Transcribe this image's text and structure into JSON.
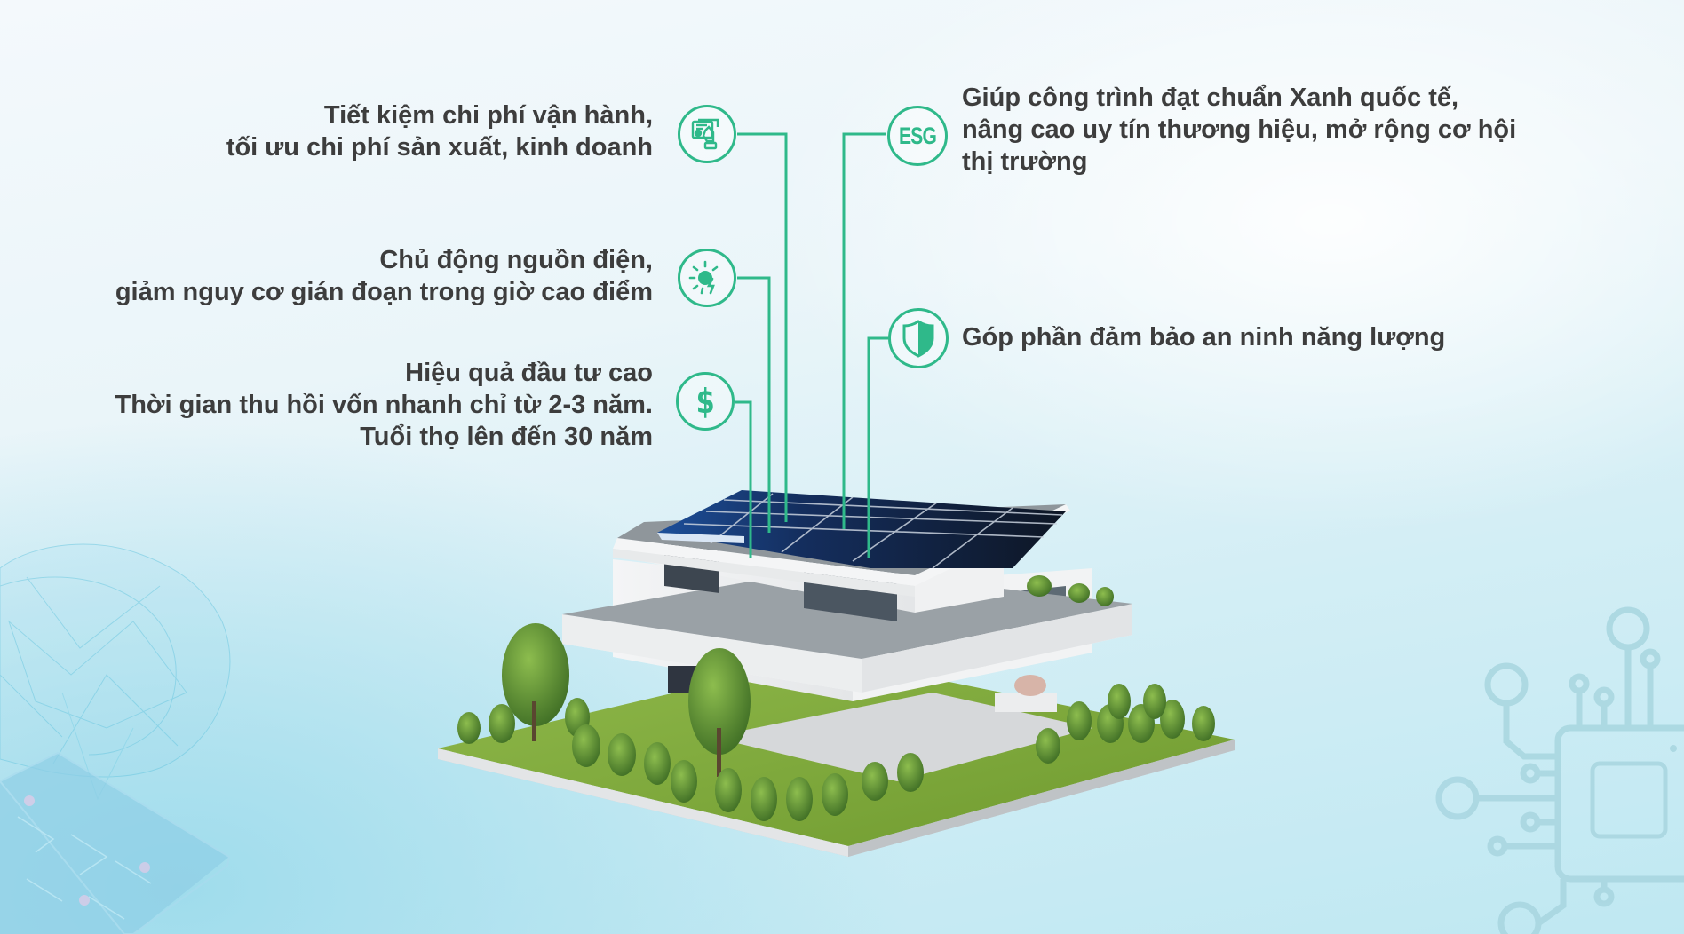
{
  "theme": {
    "accent": "#2fb98a",
    "text": "#3d3d3d"
  },
  "features_left": [
    {
      "icon": "hand-payment-receipt-icon",
      "lines": [
        "Tiết kiệm chi phí vận hành,",
        "tối ưu chi phí sản xuất, kinh doanh"
      ]
    },
    {
      "icon": "sun-energy-bolt-icon",
      "lines": [
        "Chủ động nguồn điện,",
        "giảm nguy cơ gián đoạn trong giờ cao điểm"
      ]
    },
    {
      "icon": "dollar-icon",
      "icon_text": "$",
      "lines": [
        "Hiệu quả đầu tư cao",
        "Thời gian thu hồi vốn nhanh chỉ từ 2-3 năm.",
        "Tuổi thọ lên đến 30 năm"
      ]
    }
  ],
  "features_right": [
    {
      "icon": "esg-icon",
      "icon_text": "ESG",
      "lines": [
        "Giúp công trình đạt chuẩn Xanh quốc tế,",
        "nâng cao uy tín thương hiệu, mở rộng cơ hội",
        "thị trường"
      ]
    },
    {
      "icon": "shield-icon",
      "lines": [
        "Góp phần đảm bảo an ninh năng lượng"
      ]
    }
  ],
  "illustration": {
    "subject": "house-with-rooftop-solar-panels",
    "background_decorations": [
      "wireframe-brain",
      "circuit-chip-board",
      "microchip-circuit"
    ]
  }
}
